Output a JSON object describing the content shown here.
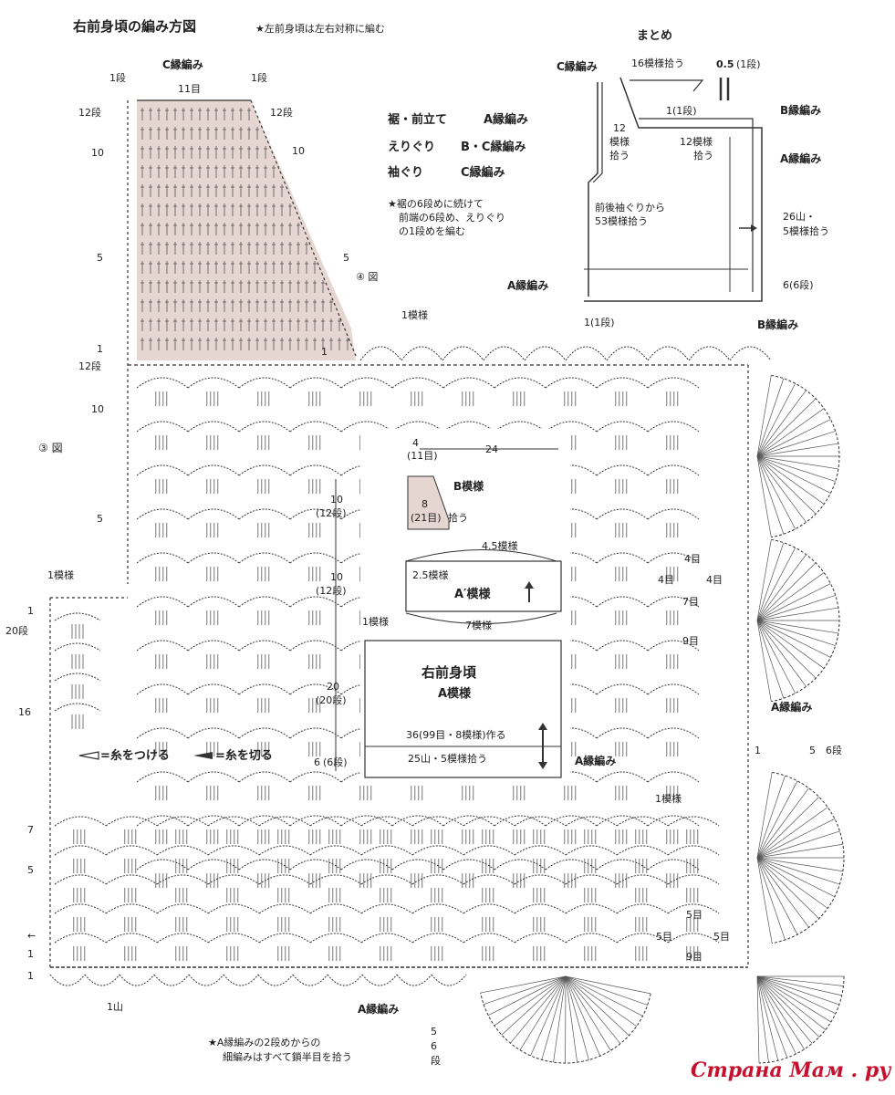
{
  "header": {
    "title": "右前身頃の編み方図",
    "note": "★左前身頃は左右対称に編む"
  },
  "top_chart": {
    "c_edge": "C縁編み",
    "row1_left": "1段",
    "row1_right": "1段",
    "stitches": "11目",
    "row12_left": "12段",
    "row12_right": "12段",
    "row10_left": "10",
    "row10_right": "10",
    "row5_left": "5",
    "row5_right": "5",
    "row1_bottom": "1",
    "row1_inner": "1",
    "fig4": "④ 図",
    "pattern": "1模様"
  },
  "legend_box": {
    "line1_label": "裾・前立て",
    "line1_value": "A縁編み",
    "line2_label": "えりぐり",
    "line2_value": "B・C縁編み",
    "line3_label": "袖ぐり",
    "line3_value": "C縁編み",
    "note1": "★裾の6段めに続けて",
    "note2": "前端の6段め、えりぐり",
    "note3": "の1段めを編む"
  },
  "matome": {
    "title": "まとめ",
    "c_edge": "C縁編み",
    "pick16": "16模様拾う",
    "half": "0.5",
    "half_row": "(1段)",
    "row1": "1(1段)",
    "pick12": "12",
    "pick12b": "模様",
    "pick12c": "拾う",
    "pick12_side": "12模様",
    "pick12_side2": "拾う",
    "b_edge": "B縁編み",
    "a_edge_right": "A縁編み",
    "front_back1": "前後袖ぐりから",
    "front_back2": "53模様拾う",
    "peaks26": "26山・",
    "peaks26b": "5模様拾う",
    "a_edge_left": "A縁編み",
    "six": "6(6段)",
    "one": "1(1段)"
  },
  "main_chart": {
    "fig3": "③ 図",
    "row12": "12段",
    "row10": "10",
    "row5": "5",
    "row1": "1",
    "pattern1": "1模様",
    "row1b": "1",
    "row20": "20段",
    "row16": "16",
    "b_edge": "B縁編み",
    "pattern_top": "1模様",
    "legend_attach": "=糸をつける",
    "legend_cut": "=糸を切る",
    "row7": "7",
    "row5b": "5",
    "row_arrow": "←",
    "row1c": "1",
    "row1d": "1",
    "peak": "1山",
    "pattern_bottom": "1模様",
    "four_l": "4目",
    "four_m": "4目",
    "four_r": "4目",
    "seven": "7目",
    "nine": "9目",
    "five_t": "5目",
    "five_l": "5目",
    "five_r": "5目",
    "nine_b": "9目",
    "a_edge_right": "A縁編み",
    "col_1": "1",
    "col_5": "5",
    "col_6": "6段",
    "a_edge_bottom": "A縁編み",
    "b_row5": "5",
    "b_row6": "6",
    "b_rowdan": "段",
    "footnote1": "★A縁編みの2段めからの",
    "footnote2": "細編みはすべて鎖半目を拾う"
  },
  "schematic": {
    "w4": "4",
    "w4s": "(11目)",
    "w24": "24",
    "b_pattern": "B模様",
    "h8": "8",
    "h8s": "(21目)",
    "pick": "拾う",
    "m45": "4.5模様",
    "m25": "2.5模様",
    "a_prime": "A′模様",
    "m7": "7模様",
    "m1": "1模様",
    "v10a": "10",
    "v10as": "(12段)",
    "v10b": "10",
    "v10bs": "(12段)",
    "v20": "20",
    "v20s": "(20段)",
    "v6": "6",
    "v6s": "(6段)",
    "body_title": "右前身頃",
    "body_pattern": "A模様",
    "base": "36(99目・8模様)作る",
    "pick25": "25山・5模様拾う",
    "a_edge": "A縁編み"
  },
  "watermark": "Страна Мам . ру"
}
